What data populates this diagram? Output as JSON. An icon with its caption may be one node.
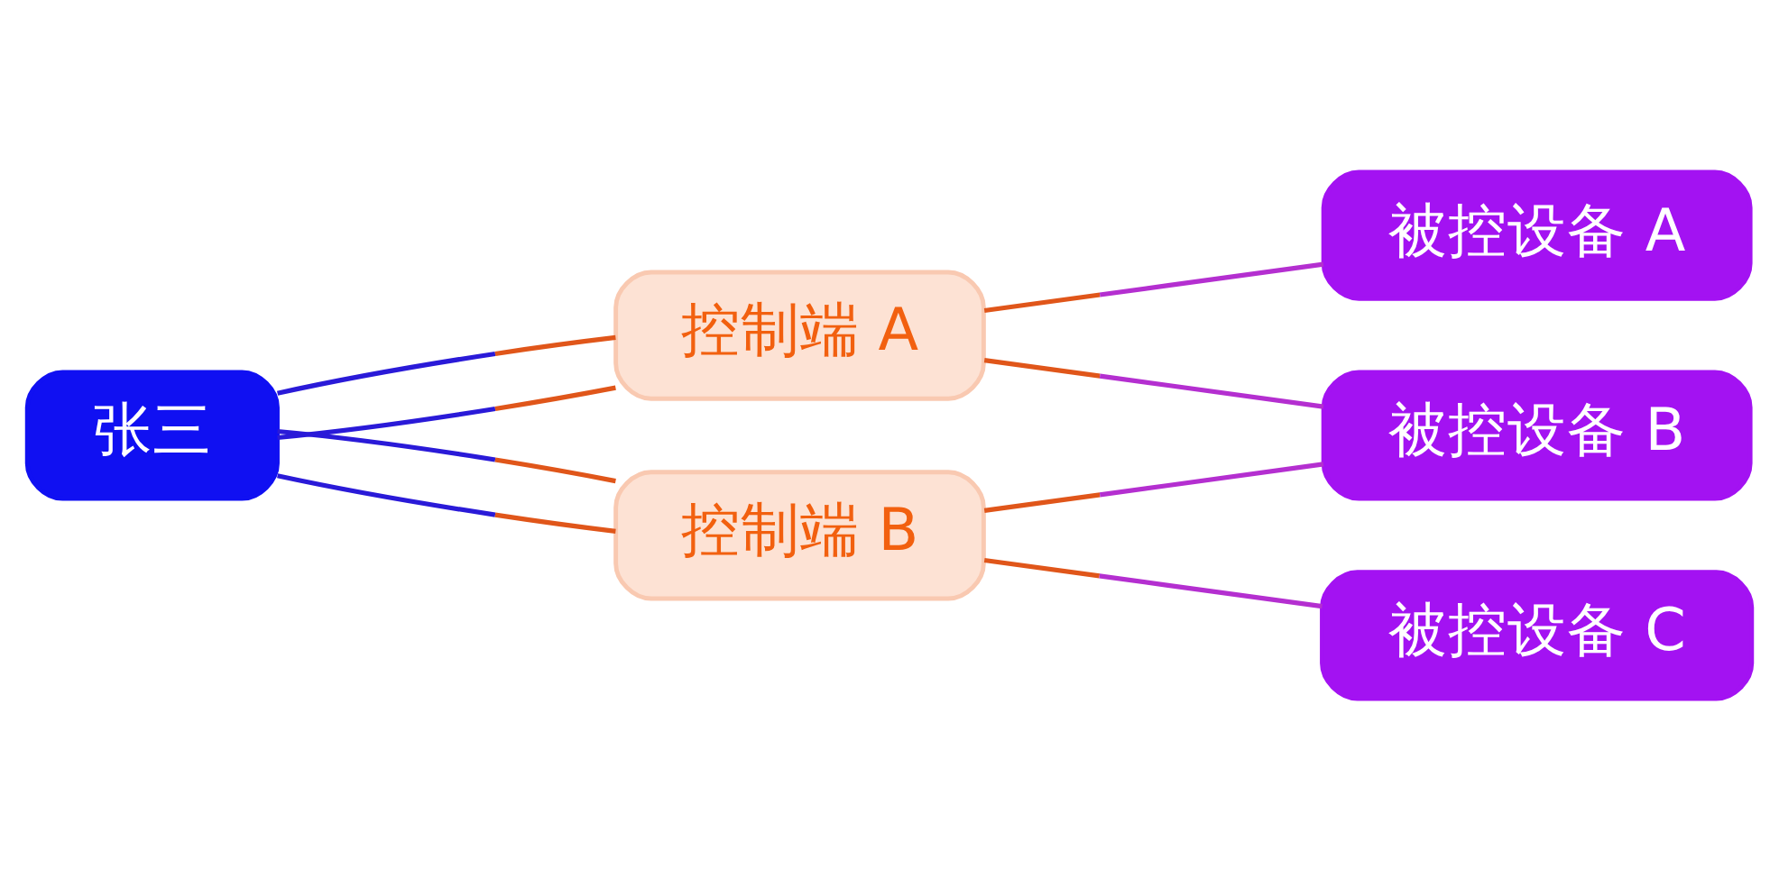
{
  "diagram": {
    "nodes": [
      {
        "text": [
          "张三"
        ]
      },
      {
        "text": [
          "控制端 A"
        ]
      },
      {
        "text": [
          "控制端 B"
        ]
      },
      {
        "text": [
          "被控设备 A"
        ]
      },
      {
        "text": [
          "被控设备 B"
        ]
      },
      {
        "text": [
          "被控设备 C"
        ]
      }
    ],
    "edges": [
      {
        "from": 0,
        "to": 1,
        "arrow": "none",
        "color": "#2a1ad8"
      },
      {
        "from": 0,
        "to": 1,
        "arrow": "none",
        "color": "#2a1ad8"
      },
      {
        "from": 1,
        "to": 3,
        "arrow": "none",
        "color": "#b42fd0"
      },
      {
        "from": 1,
        "to": 4,
        "arrow": "none",
        "color": "#b42fd0"
      },
      {
        "from": 0,
        "to": 2,
        "arrow": "none",
        "color": "#2a1ad8"
      },
      {
        "from": 0,
        "to": 2,
        "arrow": "none",
        "color": "#2a1ad8"
      },
      {
        "from": 2,
        "to": 4,
        "arrow": "none",
        "color": "#b42fd0"
      },
      {
        "from": 2,
        "to": 5,
        "arrow": "none",
        "color": "#b42fd0"
      }
    ]
  }
}
